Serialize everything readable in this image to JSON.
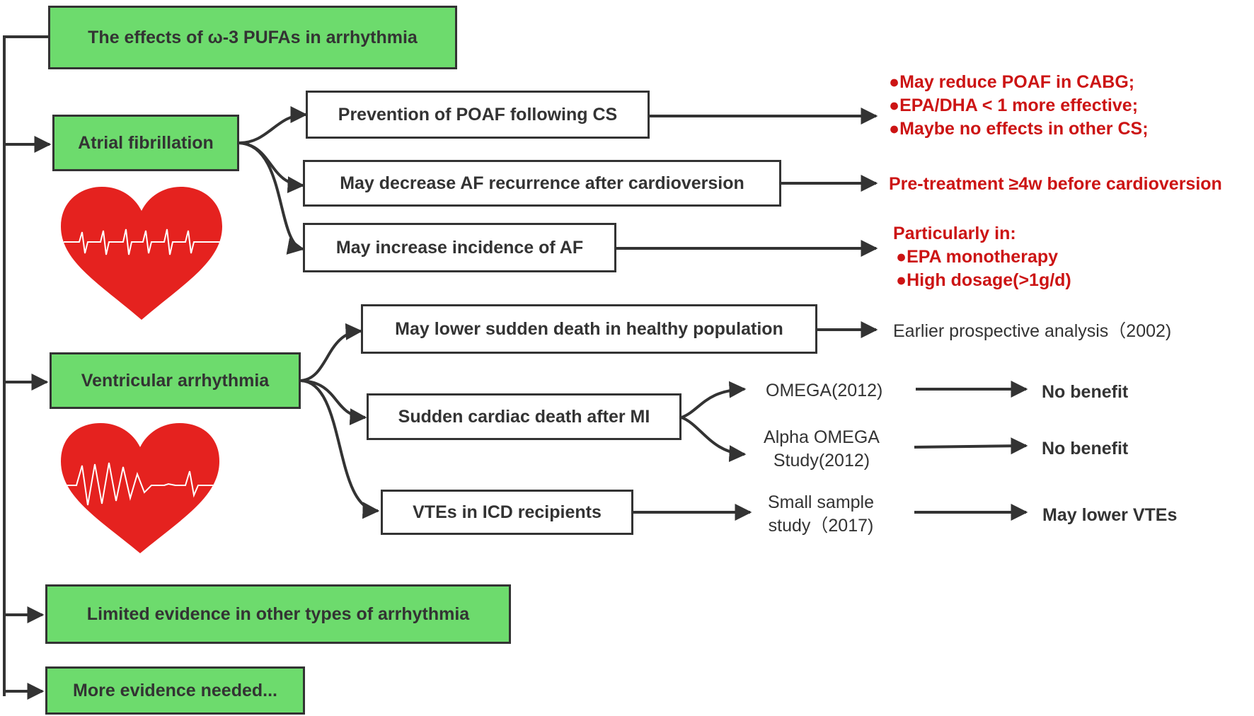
{
  "colors": {
    "box_fill": "#6ddb6d",
    "outline": "#333333",
    "highlight_text": "#cc1414",
    "heart": "#e5221f"
  },
  "root": {
    "title": "The effects of ω-3 PUFAs in arrhythmia"
  },
  "atrial": {
    "label": "Atrial fibrillation",
    "branches": [
      {
        "label": "Prevention of POAF following CS",
        "outcomes": [
          "●May reduce POAF in CABG;",
          "●EPA/DHA < 1 more effective;",
          "●Maybe no effects in other CS;"
        ]
      },
      {
        "label": "May decrease AF recurrence after cardioversion",
        "outcomes": [
          "Pre-treatment ≥4w before cardioversion"
        ]
      },
      {
        "label": "May increase incidence of AF",
        "outcomes": [
          "Particularly in:",
          "●EPA monotherapy",
          "●High dosage(>1g/d)"
        ]
      }
    ]
  },
  "ventricular": {
    "label": "Ventricular arrhythmia",
    "branches": [
      {
        "label": "May lower sudden death in healthy population",
        "studies": [
          {
            "lines": [
              "Earlier prospective analysis（2002)"
            ],
            "result": ""
          }
        ]
      },
      {
        "label": "Sudden cardiac death after MI",
        "studies": [
          {
            "lines": [
              "OMEGA(2012)"
            ],
            "result": "No benefit"
          },
          {
            "lines": [
              "Alpha OMEGA",
              "Study(2012)"
            ],
            "result": "No benefit"
          }
        ]
      },
      {
        "label": "VTEs in ICD recipients",
        "studies": [
          {
            "lines": [
              "Small sample",
              "study（2017)"
            ],
            "result": "May lower VTEs"
          }
        ]
      }
    ]
  },
  "others": [
    {
      "label": "Limited evidence in other types of arrhythmia"
    },
    {
      "label": "More evidence needed..."
    }
  ],
  "icons": [
    "heart-ecg-icon",
    "heart-ecg-icon"
  ]
}
